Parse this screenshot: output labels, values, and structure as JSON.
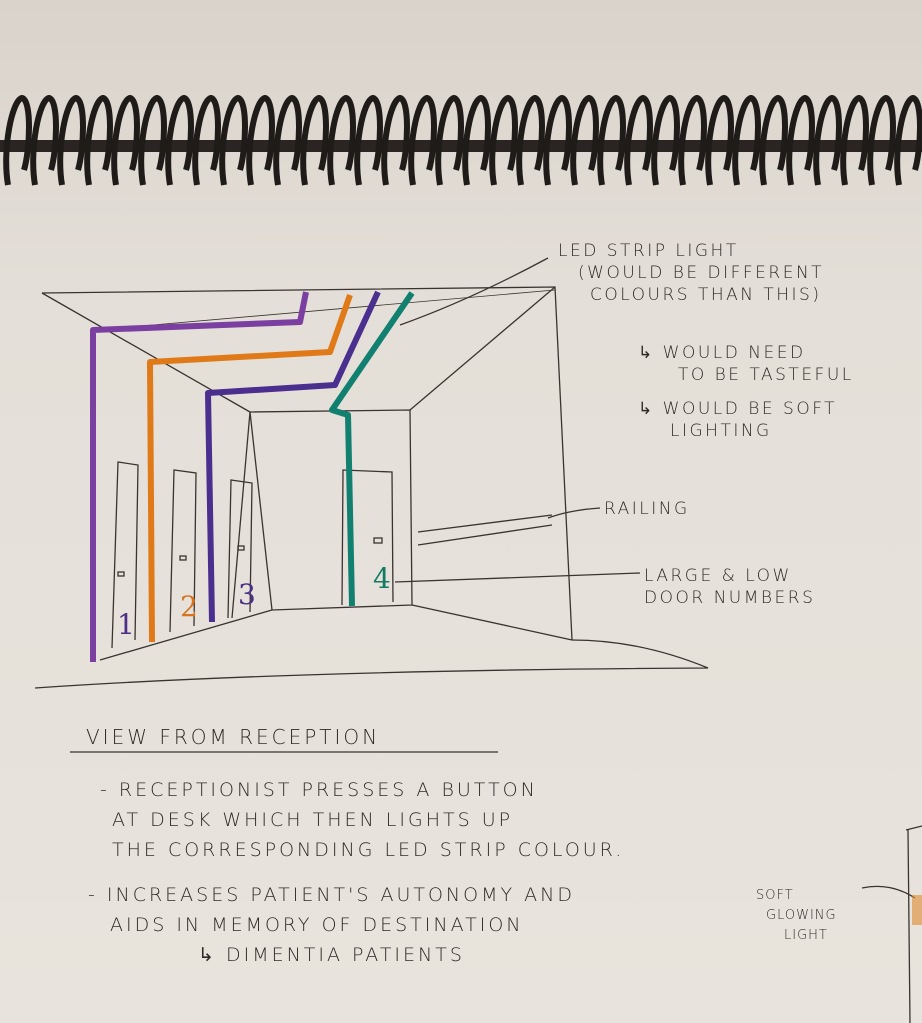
{
  "annotations": {
    "led_strip": [
      "LED STRIP LIGHT",
      "(WOULD BE DIFFERENT",
      "COLOURS THAN THIS)"
    ],
    "note_tasteful": [
      "↳ WOULD NEED",
      "TO BE TASTEFUL"
    ],
    "note_soft": [
      "↳ WOULD BE SOFT",
      "LIGHTING"
    ],
    "railing": "RAILING",
    "door_numbers": [
      "LARGE & LOW",
      "DOOR NUMBERS"
    ],
    "soft_glowing": [
      "SOFT",
      "GLOWING",
      "LIGHT"
    ]
  },
  "doors": [
    {
      "number": "1",
      "color": "#4b2f86"
    },
    {
      "number": "2",
      "color": "#d8731e"
    },
    {
      "number": "3",
      "color": "#4b2f86"
    },
    {
      "number": "4",
      "color": "#137a66"
    }
  ],
  "strip_colors": {
    "purple": "#7a3fa0",
    "orange": "#e07a18",
    "indigo": "#4a2f8f",
    "teal": "#128070"
  },
  "caption": {
    "title": "VIEW FROM RECEPTION",
    "bullets": [
      [
        "- RECEPTIONIST PRESSES A BUTTON",
        "AT DESK WHICH THEN LIGHTS UP",
        "THE CORRESPONDING LED STRIP COLOUR."
      ],
      [
        "- INCREASES PATIENT'S AUTONOMY AND",
        "AIDS IN MEMORY OF DESTINATION",
        "↳ DIMENTIA PATIENTS"
      ]
    ]
  }
}
